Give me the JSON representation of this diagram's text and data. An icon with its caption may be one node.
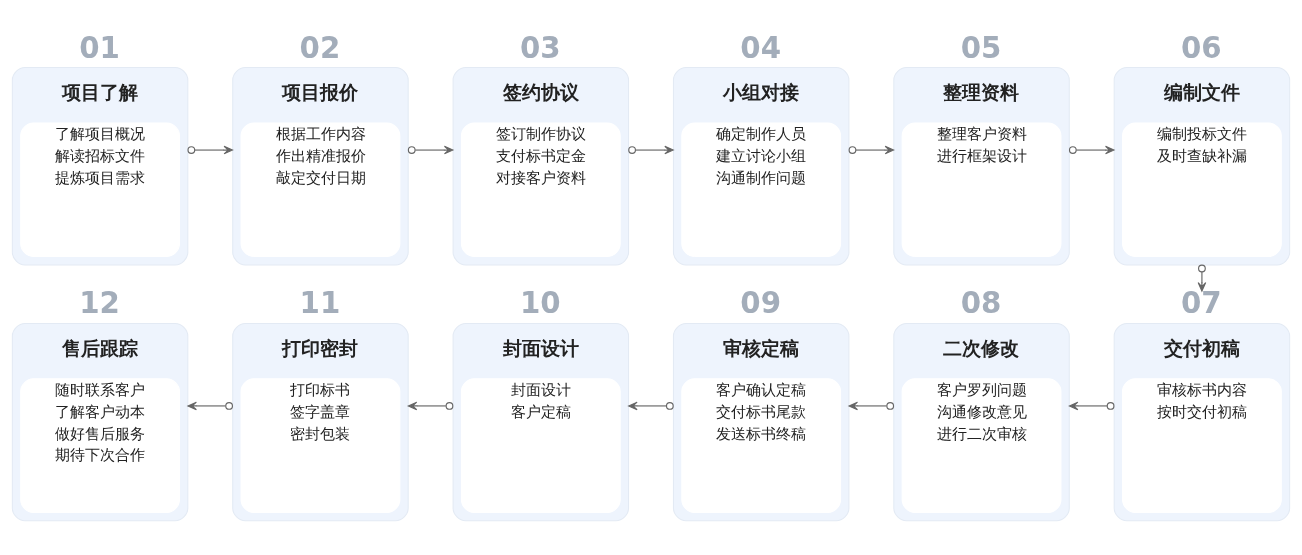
{
  "diagram": {
    "nodes": [
      {
        "text": [
          "项目了解",
          "了解项目概况",
          "解读招标文件",
          "提炼项目需求"
        ],
        "beside": [
          "01"
        ]
      },
      {
        "text": [
          "项目报价",
          "根据工作内容",
          "作出精准报价",
          "敲定交付日期"
        ],
        "beside": [
          "02"
        ]
      },
      {
        "text": [
          "签约协议",
          "签订制作协议",
          "支付标书定金",
          "对接客户资料"
        ],
        "beside": [
          "03"
        ]
      },
      {
        "text": [
          "小组对接",
          "确定制作人员",
          "建立讨论小组",
          "沟通制作问题"
        ],
        "beside": [
          "04"
        ]
      },
      {
        "text": [
          "整理资料",
          "整理客户资料",
          "进行框架设计"
        ],
        "beside": [
          "05"
        ]
      },
      {
        "text": [
          "编制文件",
          "编制投标文件",
          "及时查缺补漏"
        ],
        "beside": [
          "06"
        ]
      },
      {
        "text": [
          "交付初稿",
          "审核标书内容",
          "按时交付初稿"
        ],
        "beside": [
          "07"
        ]
      },
      {
        "text": [
          "二次修改",
          "客户罗列问题",
          "沟通修改意见",
          "进行二次审核"
        ],
        "beside": [
          "08"
        ]
      },
      {
        "text": [
          "审核定稿",
          "客户确认定稿",
          "交付标书尾款",
          "发送标书终稿"
        ],
        "beside": [
          "09"
        ]
      },
      {
        "text": [
          "封面设计",
          "封面设计",
          "客户定稿"
        ],
        "beside": [
          "10"
        ]
      },
      {
        "text": [
          "打印密封",
          "打印标书",
          "签字盖章",
          "密封包装"
        ],
        "beside": [
          "11"
        ]
      },
      {
        "text": [
          "售后跟踪",
          "随时联系客户",
          "了解客户动本",
          "做好售后服务",
          "期待下次合作"
        ],
        "beside": [
          "12"
        ]
      }
    ],
    "edges": [
      {
        "from": 0,
        "to": 1,
        "arrow": "to"
      },
      {
        "from": 1,
        "to": 2,
        "arrow": "to"
      },
      {
        "from": 2,
        "to": 3,
        "arrow": "to"
      },
      {
        "from": 3,
        "to": 4,
        "arrow": "to"
      },
      {
        "from": 4,
        "to": 5,
        "arrow": "to"
      },
      {
        "from": 5,
        "to": 6,
        "arrow": "to"
      },
      {
        "from": 6,
        "to": 7,
        "arrow": "to"
      },
      {
        "from": 7,
        "to": 8,
        "arrow": "to"
      },
      {
        "from": 8,
        "to": 9,
        "arrow": "to"
      },
      {
        "from": 9,
        "to": 10,
        "arrow": "to"
      },
      {
        "from": 10,
        "to": 11,
        "arrow": "to"
      }
    ]
  }
}
